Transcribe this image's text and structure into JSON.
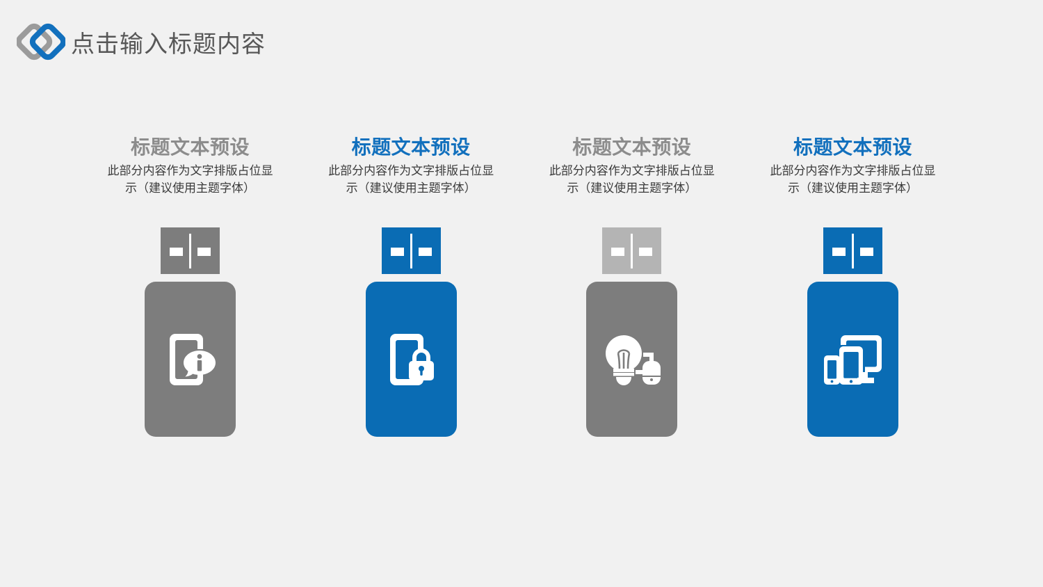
{
  "page": {
    "background_color": "#f1f1f1"
  },
  "header": {
    "logo_name": "overlapping-diamonds-logo",
    "logo_colors": {
      "gray": "#9b9b9b",
      "blue": "#1270bd"
    },
    "title": "点击输入标题内容",
    "title_color": "#575757"
  },
  "theme": {
    "gray": "#7d7d7d",
    "gray_light": "#b4b4b4",
    "blue": "#0a6cb4",
    "title_gray": "#8c8c8c",
    "title_blue": "#1270bd",
    "body_text": "#3b3b3b"
  },
  "columns": [
    {
      "title": "标题文本预设",
      "title_color_key": "gray",
      "body": "此部分内容作为文字排版占位显示（建议使用主题字体）",
      "connector_color_key": "gray",
      "body_color_key": "gray",
      "icon_name": "phone-info-bubble-icon"
    },
    {
      "title": "标题文本预设",
      "title_color_key": "blue",
      "body": "此部分内容作为文字排版占位显示（建议使用主题字体）",
      "connector_color_key": "blue",
      "body_color_key": "blue",
      "icon_name": "phone-lock-icon"
    },
    {
      "title": "标题文本预设",
      "title_color_key": "gray",
      "body": "此部分内容作为文字排版占位显示（建议使用主题字体）",
      "connector_color_key": "gray-light",
      "body_color_key": "gray",
      "icon_name": "lightbulb-spray-icon"
    },
    {
      "title": "标题文本预设",
      "title_color_key": "blue",
      "body": "此部分内容作为文字排版占位显示（建议使用主题字体）",
      "connector_color_key": "blue",
      "body_color_key": "blue",
      "icon_name": "multi-device-responsive-icon"
    }
  ]
}
